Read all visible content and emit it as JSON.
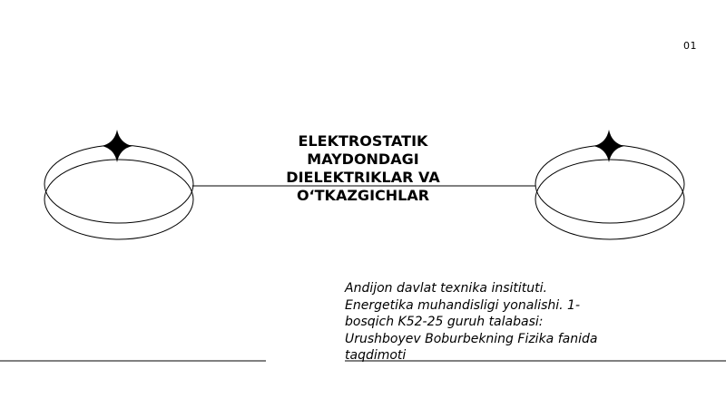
{
  "slide": {
    "page_number": "01",
    "title": "ELEKTROSTATIK MAYDONDAGI DIELEKTRIKLAR VA O‘TKAZGICHLAR",
    "subtitle": "Andijon davlat texnika insitituti. Energetika muhandisligi yonalishi. 1-bosqich K52-25 guruh talabasi: Urushboyev Boburbekning Fizika fanida taqdimoti"
  },
  "colors": {
    "background": "#ffffff",
    "ink": "#000000"
  },
  "icons": [
    "sparkle-star-icon"
  ]
}
